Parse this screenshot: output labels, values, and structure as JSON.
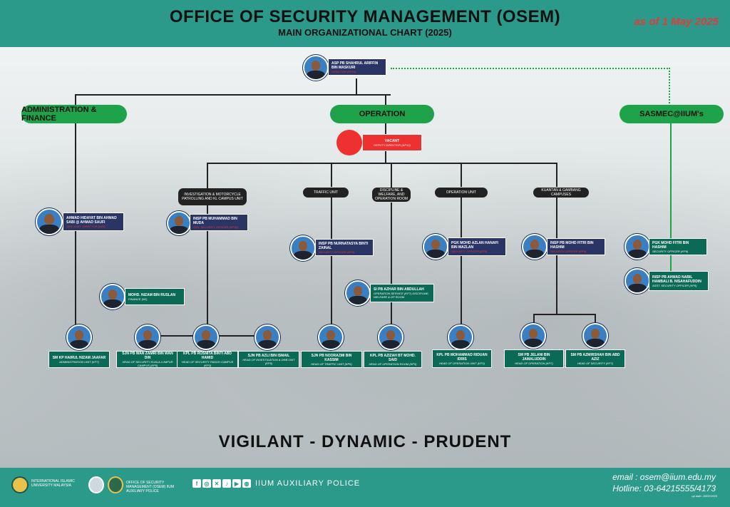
{
  "header": {
    "title": "OFFICE OF SECURITY MANAGEMENT (OSEM)",
    "subtitle": "MAIN ORGANIZATIONAL CHART (2025)",
    "as_of": "as of 1 May 2025"
  },
  "director": {
    "name": "ASP PB SHAHRUL ARIFFIN BIN MASKURI",
    "role": "DIRECTOR (KP13)"
  },
  "departments": {
    "admin": "ADMINISTRATION & FINANCE",
    "operation": "OPERATION",
    "sasmec": "SASMEC@IIUM's"
  },
  "deputy": {
    "name": "VACANT",
    "role": "DEPUTY DIRECTOR (KP12)"
  },
  "units": {
    "investigation": "INVESTIGATION & MOTORCYCLE PATROLLING AND KL CAMPUS UNIT",
    "traffic": "TRAFFIC UNIT",
    "discipline": "DISCIPLINE & WELFARE, AND OPERATION ROOM",
    "operation": "OPERATION UNIT",
    "kuantan": "KUANTAN & GAMBANG CAMPUSES"
  },
  "officers": {
    "admin_asst": {
      "name": "AHMAD HIDAYAT BIN AHMAD SABI @ AHMAD SAUFI",
      "role": "SEN. ASST. DIRECTOR (N10)"
    },
    "investigation": {
      "name": "INSP PB MUHAMMAD BIN MUDA",
      "role": "SEN. SECURITY OFFICER (KP10)"
    },
    "traffic": {
      "name": "INSP PB NURNATASYA BINTI ZAINAL",
      "role": "SECURITY OFFICER (KP9)"
    },
    "operation": {
      "name": "PGK MOHD AZLAN HANAFI BIN MAZLAN",
      "role": "SECURITY OFFICER (KP9)"
    },
    "kuantan": {
      "name": "INSP PB MOHD FITRI BIN HASHIM",
      "role": "SECURITY OFFICER (KP9)"
    },
    "finance": {
      "name": "MOHD. NIZAM BIN RUSLAN",
      "role": "FINANCE (N2)"
    },
    "discipline": {
      "name": "SI PB AZHAR BIN ABDULLAH",
      "role": "OPERATION SERVICE (KP7) DISCIPLINE, WELFARE & OP ROOM"
    },
    "sasmec1": {
      "name": "PGK MOHD FITRI BIN HASHIM",
      "role": "SECURITY OFFICER (KP9)"
    },
    "sasmec2": {
      "name": "INSP PB AHMAD NABIL HAMBALI B. NISAHAFUDDIN",
      "role": "ASST. SECURITY OFFICER (KP5)"
    }
  },
  "bottom": [
    {
      "name": "SM KP HAIRUL NIZAM JAAFAR",
      "role": "ADMINISTRATION UNIT (KP7)"
    },
    {
      "name": "SJN PB WAN ZAMRI BIN WAN DIN",
      "role": "HEAD OF SECURITY KUALA LUMPUR CAMPUS (KP5)"
    },
    {
      "name": "KPL PB ROSNITA BINTI ABD HAMID",
      "role": "HEAD OF SECURITY PAGOH CAMPUS (KP3)"
    },
    {
      "name": "SJN PB AZLI BIN ISMAIL",
      "role": "HEAD OF INVESTIGATION & DRB UNIT (KP5)"
    },
    {
      "name": "SJN PB NOORAZMI BIN KASSIM",
      "role": "HEAD OF TRAFFIC UNIT (KP5)"
    },
    {
      "name": "KPL PB AZIZAH BT MOHD. SAID",
      "role": "HEAD OF OPERATION ROOM (KP3)"
    },
    {
      "name": "KPL PB MOHAMMAD RIDUAN IDRIS",
      "role": "HEAD OF OPERATION UNIT (KP3)"
    },
    {
      "name": "SM PB JELANI BIN JAMALUDDIN",
      "role": "HEAD OF OPERATION (KP7)"
    },
    {
      "name": "SM PB AZMIRSHAH BIN ABD AZIZ",
      "role": "HEAD OF SECURITY (KP7)"
    }
  ],
  "motto": "VIGILANT - DYNAMIC - PRUDENT",
  "footer": {
    "university": "INTERNATIONAL ISLAMIC UNIVERSITY MALAYSIA",
    "osem_brand": "OFFICE OF SECURITY MANAGEMENT (OSEM) IIUM AUXILIARY POLICE",
    "social_name": "IIUM AUXILIARY POLICE",
    "email": "email : osem@iium.edu.my",
    "hotline": "Hotline: 03-64215555/4173",
    "update": "up date: 28/02/2025"
  }
}
